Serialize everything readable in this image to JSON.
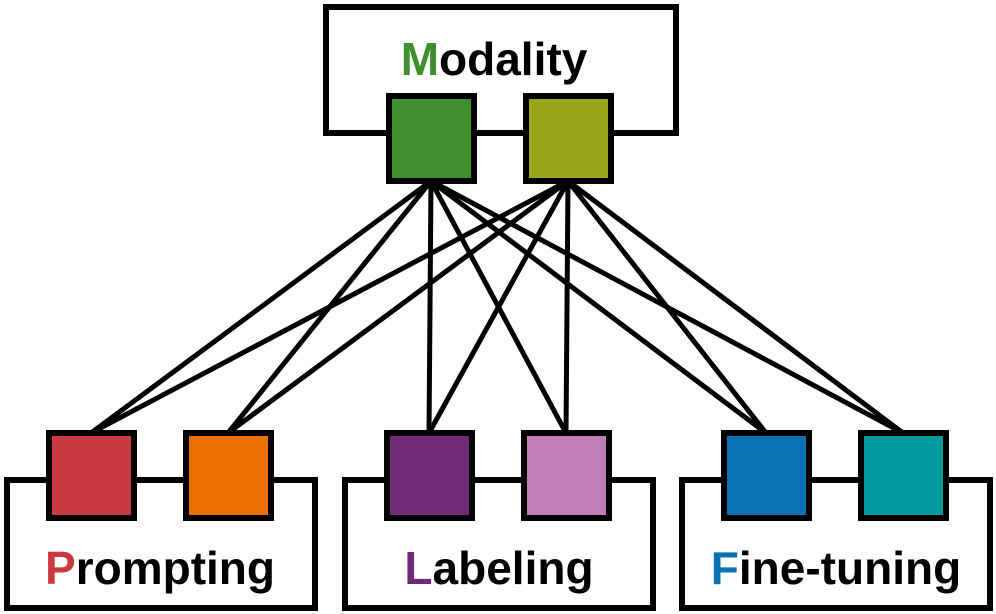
{
  "top_group": {
    "initial": "M",
    "rest": "odality",
    "initial_color": "#3f8f2f",
    "nodes": [
      {
        "color": "#3f8f2f"
      },
      {
        "color": "#9aa51a"
      }
    ]
  },
  "bottom_groups": [
    {
      "key": "prompting",
      "initial": "P",
      "rest": "rompting",
      "initial_color": "#c83a3f",
      "nodes": [
        {
          "color": "#c83a3f"
        },
        {
          "color": "#ec7000"
        }
      ]
    },
    {
      "key": "labeling",
      "initial": "L",
      "rest": "abeling",
      "initial_color": "#6e2a76",
      "nodes": [
        {
          "color": "#722a74"
        },
        {
          "color": "#c07db9"
        }
      ]
    },
    {
      "key": "fine-tuning",
      "initial": "F",
      "rest": "ine-tuning",
      "initial_color": "#0a72b4",
      "nodes": [
        {
          "color": "#0a72b4"
        },
        {
          "color": "#00999e"
        }
      ]
    }
  ]
}
